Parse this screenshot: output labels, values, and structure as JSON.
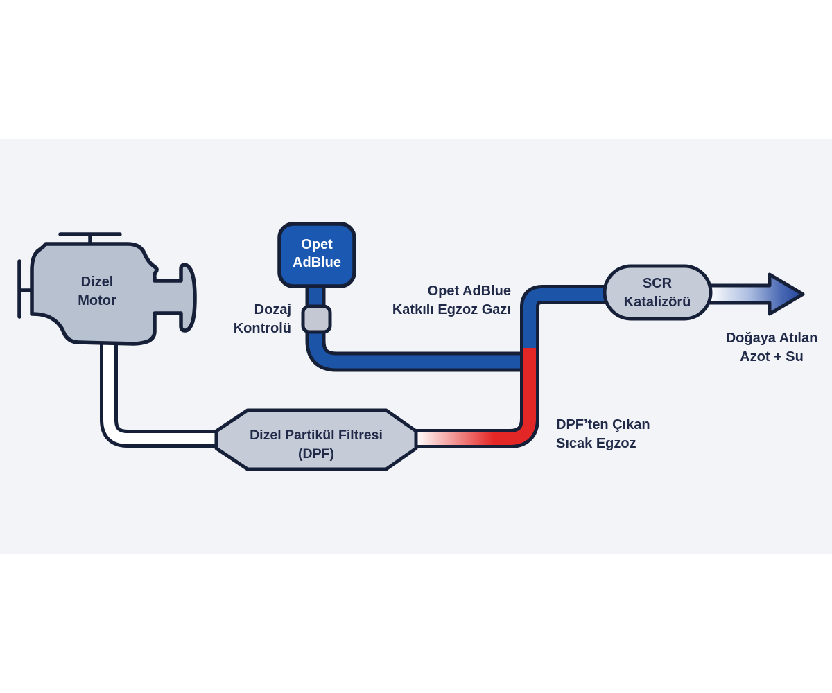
{
  "colors": {
    "band": "#f3f4f7",
    "outline": "#161f38",
    "text": "#202a48",
    "metal": "#c5ccd8",
    "engine": "#b8c1cf",
    "valve_fill": "#c3c8d2",
    "adblue_blue": "#1b58b2",
    "pipe_blue": "#1c55a8",
    "pipe_red": "#e32726",
    "pipe_white": "#ffffff",
    "gradient_white": "#ffffff",
    "arrow_mid_light": "#a9bbdf",
    "arrow_mid": "#4a69b4",
    "arrow_deep_blue": "#24479b"
  },
  "labels": {
    "engine": {
      "line1": "Dizel",
      "line2": "Motor"
    },
    "adblue_tank": {
      "line1": "Opet",
      "line2": "AdBlue"
    },
    "dosage_control": {
      "line1": "Dozaj",
      "line2": "Kontrolü"
    },
    "treated_exhaust": {
      "line1": "Opet AdBlue",
      "line2": "Katkılı Egzoz Gazı"
    },
    "scr_catalyst": {
      "line1": "SCR",
      "line2": "Katalizörü"
    },
    "nature_outlet": {
      "line1": "Doğaya Atılan",
      "line2": "Azot + Su"
    },
    "dpf": {
      "line1": "Dizel Partikül Filtresi",
      "line2": "(DPF)"
    },
    "hot_exhaust": {
      "line1": "DPF’ten Çıkan",
      "line2": "Sıcak Egzoz"
    }
  }
}
